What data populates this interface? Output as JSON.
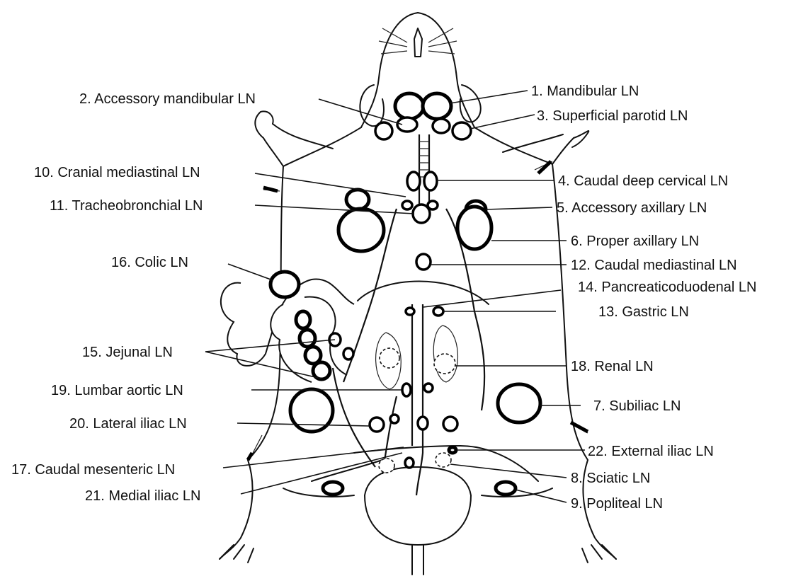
{
  "figure": {
    "labels": [
      {
        "id": "1",
        "text": "1. Mandibular LN"
      },
      {
        "id": "2",
        "text": "2. Accessory mandibular LN"
      },
      {
        "id": "3",
        "text": "3. Superficial parotid LN"
      },
      {
        "id": "4",
        "text": "4. Caudal deep cervical LN"
      },
      {
        "id": "5",
        "text": "5. Accessory axillary LN"
      },
      {
        "id": "6",
        "text": "6. Proper axillary LN"
      },
      {
        "id": "7",
        "text": "7. Subiliac LN"
      },
      {
        "id": "8",
        "text": "8. Sciatic LN"
      },
      {
        "id": "9",
        "text": "9. Popliteal LN"
      },
      {
        "id": "10",
        "text": "10. Cranial mediastinal LN"
      },
      {
        "id": "11",
        "text": "11. Tracheobronchial LN"
      },
      {
        "id": "12",
        "text": "12. Caudal mediastinal LN"
      },
      {
        "id": "13",
        "text": "13. Gastric LN"
      },
      {
        "id": "14",
        "text": "14. Pancreaticoduodenal LN"
      },
      {
        "id": "15",
        "text": "15. Jejunal LN"
      },
      {
        "id": "16",
        "text": "16. Colic LN"
      },
      {
        "id": "17",
        "text": "17. Caudal mesenteric LN"
      },
      {
        "id": "18",
        "text": "18. Renal LN"
      },
      {
        "id": "19",
        "text": "19. Lumbar aortic LN"
      },
      {
        "id": "20",
        "text": "20. Lateral iliac LN"
      },
      {
        "id": "21",
        "text": "21. Medial iliac LN"
      },
      {
        "id": "22",
        "text": "22. External iliac LN"
      }
    ]
  }
}
